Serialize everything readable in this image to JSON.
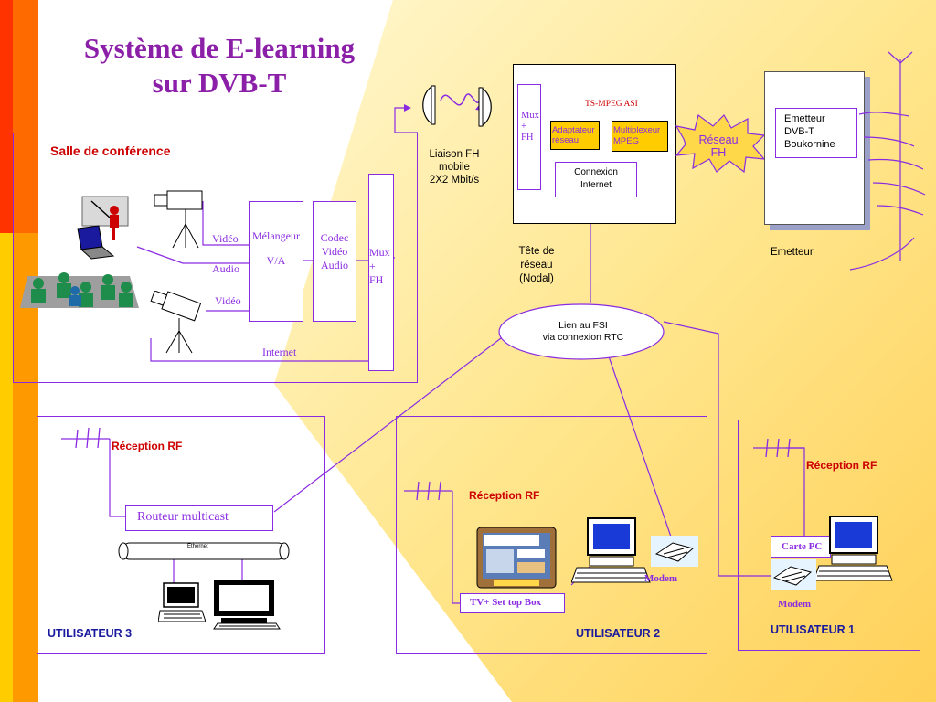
{
  "title": {
    "line1": "Système de E-learning",
    "line2": "sur DVB-T"
  },
  "conference": {
    "label": "Salle de conférence",
    "video_top": "Vidéo",
    "audio": "Audio",
    "video_bottom": "Vidéo",
    "melangeur_line1": "Mélangeur",
    "melangeur_line2": "V/A",
    "codec_line1": "Codec",
    "codec_line2": "Vidéo",
    "codec_line3": "Audio",
    "mux_line1": "Mux",
    "mux_line2": "+",
    "mux_line3": "FH",
    "internet": "Internet"
  },
  "link": {
    "line1": "Liaison FH",
    "line2": "mobile",
    "line3": "2X2 Mbit/s"
  },
  "head_end": {
    "mux_line1": "Mux",
    "mux_line2": "+",
    "mux_line3": "FH",
    "ts": "TS-MPEG ASI",
    "adapt_line1": "Adaptateur",
    "adapt_line2": "réseau",
    "multi_line1": "Multiplexeur",
    "multi_line2": "MPEG",
    "conn_line1": "Connexion",
    "conn_line2": "Internet",
    "caption_line1": "Tête de",
    "caption_line2": "réseau",
    "caption_line3": "(Nodal)"
  },
  "reseau": {
    "line1": "Réseau",
    "line2": "FH"
  },
  "emitter": {
    "line1": "Emetteur",
    "line2": "DVB-T",
    "line3": "Boukornine",
    "caption": "Emetteur"
  },
  "fsi": {
    "line1": "Lien au FSI",
    "line2": "via connexion RTC"
  },
  "user3": {
    "reception": "Réception RF",
    "router": "Routeur multicast",
    "ethernet": "Ethernet",
    "label": "UTILISATEUR 3"
  },
  "user2": {
    "reception": "Réception RF",
    "stb": "TV+ Set top Box",
    "modem": "Modem",
    "label": "UTILISATEUR 2"
  },
  "user1": {
    "reception": "Réception RF",
    "carte": "Carte PC",
    "modem": "Modem",
    "label": "UTILISATEUR 1"
  },
  "colors": {
    "line": "#8a2be2",
    "title": "#8b1fa8",
    "red_label": "#cc0000",
    "user_label": "#1a1a9e",
    "fh_burst": "#ffd84a",
    "stripe_red": "#ff3300",
    "stripe_yellow": "#ffcc00"
  }
}
